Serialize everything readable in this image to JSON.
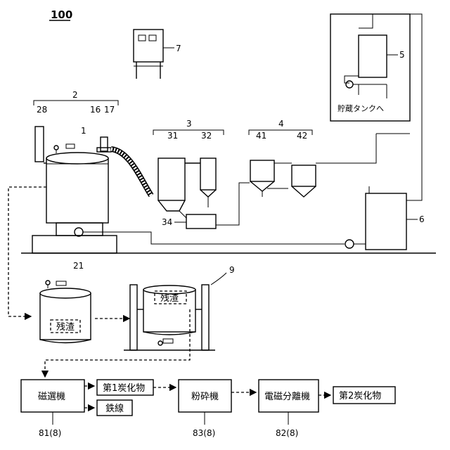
{
  "figure_number": "100",
  "labels": {
    "n1": "1",
    "n2": "2",
    "n3": "3",
    "n4": "4",
    "n5": "5",
    "n6": "6",
    "n7": "7",
    "n9": "9",
    "n16": "16",
    "n17": "17",
    "n21": "21",
    "n28": "28",
    "n31": "31",
    "n32": "32",
    "n34": "34",
    "n41": "41",
    "n42": "42"
  },
  "storage_note": "貯蔵タンクへ",
  "residue": "残渣",
  "boxes": {
    "magnetic_separator": "磁選機",
    "first_carbide": "第1炭化物",
    "iron_wire": "鉄線",
    "crusher": "粉砕機",
    "electromagnetic_separator": "電磁分離機",
    "second_carbide": "第2炭化物"
  },
  "box_labels": {
    "magnetic_separator": "81(8)",
    "crusher": "83(8)",
    "electromagnetic_separator": "82(8)"
  }
}
